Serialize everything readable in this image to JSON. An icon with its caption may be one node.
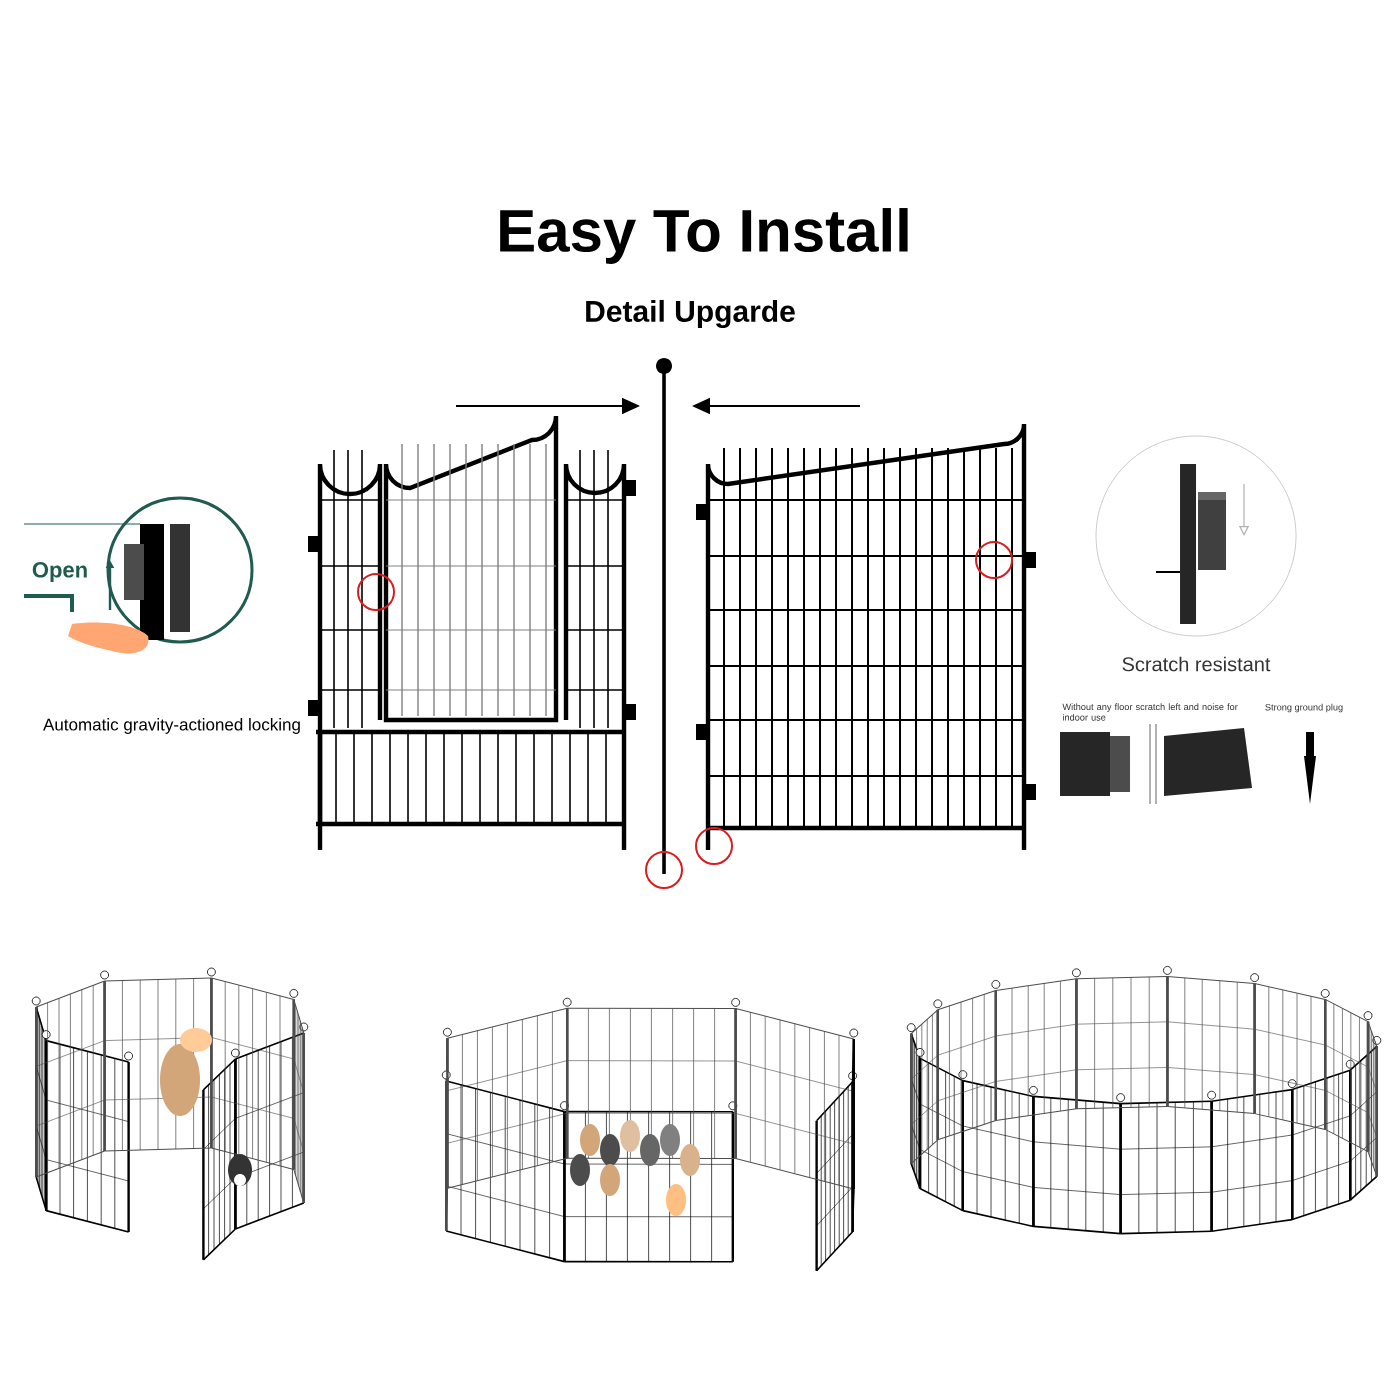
{
  "diagram": {
    "title": "Easy To Install",
    "labels": [
      "Detail Upgarde",
      "Open",
      "Automatic gravity-actioned locking",
      "Scratch resistant",
      "Without any floor scratch left and noise for indoor use",
      "Strong ground plug"
    ]
  }
}
